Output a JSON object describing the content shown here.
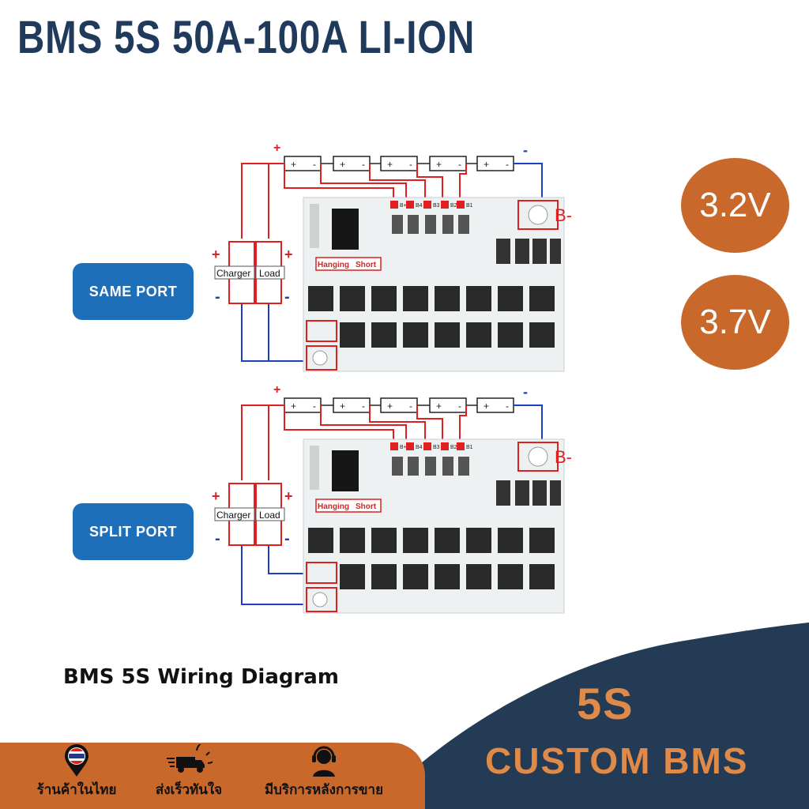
{
  "header": {
    "title": "BMS 5S 50A-100A LI-ION"
  },
  "ports": {
    "same": "SAME PORT",
    "split": "SPLIT PORT"
  },
  "voltages": [
    "3.2V",
    "3.7V"
  ],
  "diagram": {
    "plus": "+",
    "minus": "-",
    "charger": "Charger",
    "load": "Load",
    "b_minus": "B-",
    "hanging": "Hanging",
    "short": "Short",
    "cell_plus": "+",
    "cell_minus": "-",
    "pin_labels": [
      "B+",
      "B4",
      "B3",
      "B2",
      "B1"
    ]
  },
  "caption": "BMS 5S Wiring Diagram",
  "brand": {
    "line1": "5S",
    "line2": "CUSTOM BMS"
  },
  "features": [
    {
      "label": "ร้านค้าในไทย",
      "icon": "thai-flag-pin-icon"
    },
    {
      "label": "ส่งเร็วทันใจ",
      "icon": "fast-delivery-truck-icon"
    },
    {
      "label": "มีบริการหลังการขาย",
      "icon": "customer-support-icon"
    }
  ],
  "colors": {
    "title": "#1f3a5b",
    "port_button": "#1e6fb9",
    "voltage_circle": "#c9682b",
    "wave": "#233b55",
    "brand_text": "#e08a4a",
    "bottom_bar": "#c9682b",
    "wire_positive": "#e02020",
    "wire_negative": "#1a3fbf"
  }
}
